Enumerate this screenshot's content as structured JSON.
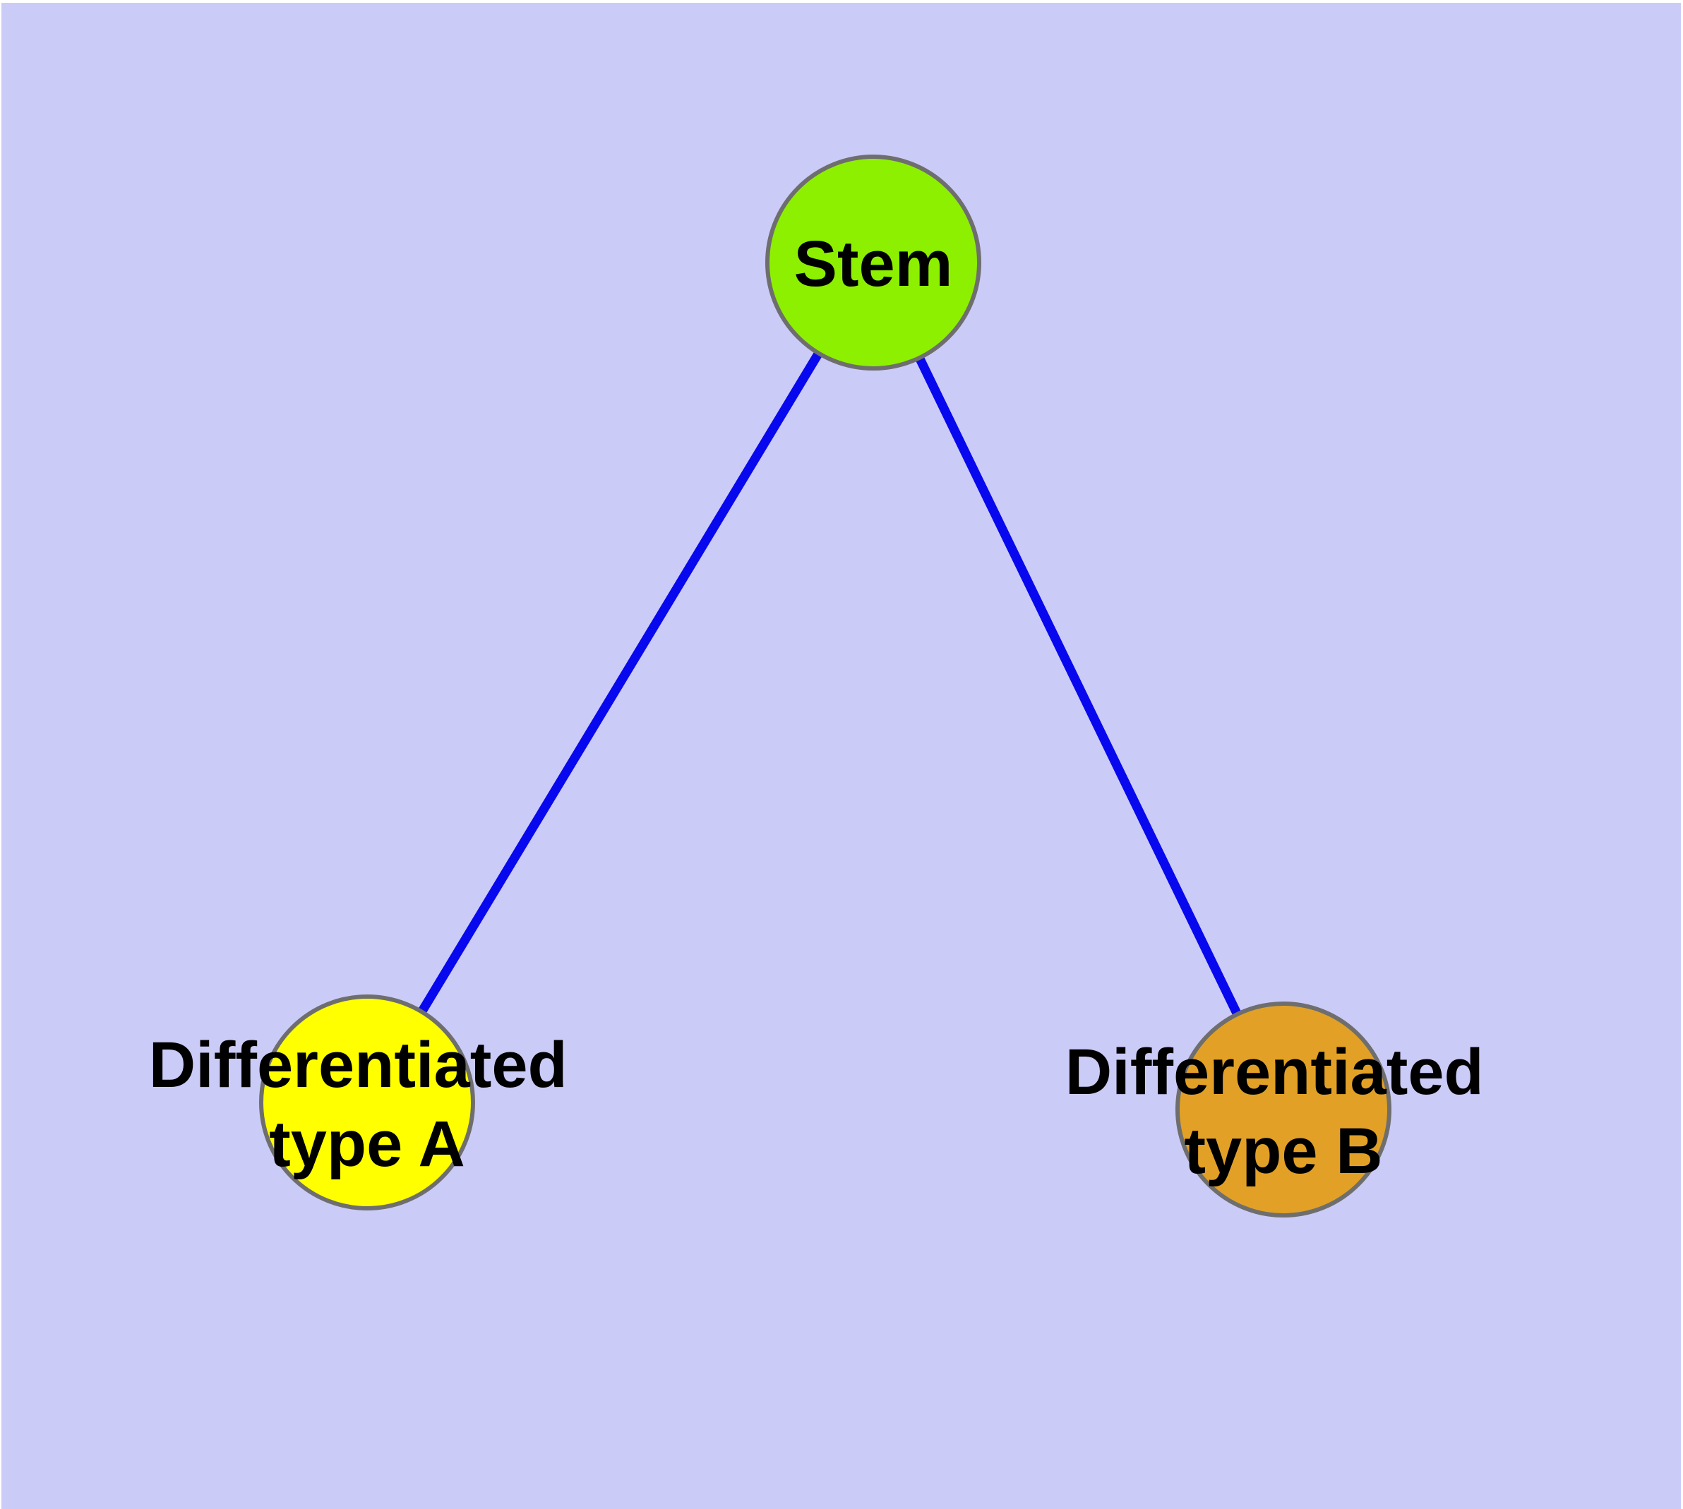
{
  "diagram": {
    "background_color": "#cbcbf8",
    "margin_color": "#ffffff",
    "edge_color": "#0808ee",
    "node_border_color": "#6e6e6e",
    "label_color": "#000000",
    "nodes": [
      {
        "id": "stem",
        "label": "Stem",
        "fill": "#8df000"
      },
      {
        "id": "differentiated-type-a",
        "label_line1": "Differentiated",
        "label_line2": "type A",
        "fill": "#ffff00"
      },
      {
        "id": "differentiated-type-b",
        "label_line1": "Differentiated",
        "label_line2": "type B",
        "fill": "#e2a126"
      }
    ],
    "edges": [
      {
        "from": "Stem",
        "to": "Differentiated type A"
      },
      {
        "from": "Stem",
        "to": "Differentiated type B"
      }
    ]
  }
}
